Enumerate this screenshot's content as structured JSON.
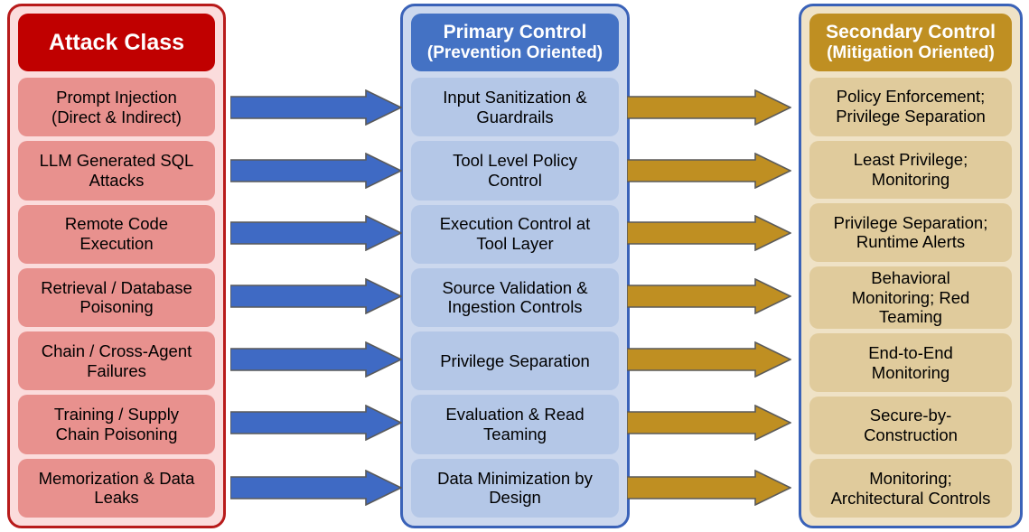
{
  "diagram": {
    "title": "Attack Class to Primary and Secondary Control Mapping",
    "colors": {
      "attack_header_bg": "#C00000",
      "attack_item_bg": "#E8918E",
      "attack_container_bg": "#FBDCDC",
      "attack_border": "#B81B1B",
      "primary_header_bg": "#4472C4",
      "primary_item_bg": "#B4C7E7",
      "primary_container_bg": "#CCD8EE",
      "primary_border": "#3A62B8",
      "secondary_header_bg": "#BF8F22",
      "secondary_item_bg": "#E0CB9C",
      "secondary_container_bg": "#EFE2C6",
      "secondary_border": "#3A62B8",
      "arrow_blue": "#3F6AC4",
      "arrow_gold": "#BF8F22"
    }
  },
  "columns": {
    "attack": {
      "header": {
        "title": "Attack Class",
        "subtitle": ""
      },
      "items": [
        {
          "line1": "Prompt Injection",
          "line2": "(Direct & Indirect)"
        },
        {
          "line1": "LLM Generated SQL",
          "line2": "Attacks"
        },
        {
          "line1": "Remote Code",
          "line2": "Execution"
        },
        {
          "line1": "Retrieval / Database",
          "line2": "Poisoning"
        },
        {
          "line1": "Chain / Cross-Agent",
          "line2": "Failures"
        },
        {
          "line1": "Training / Supply",
          "line2": "Chain Poisoning"
        },
        {
          "line1": "Memorization & Data",
          "line2": "Leaks"
        }
      ]
    },
    "primary": {
      "header": {
        "title": "Primary Control",
        "subtitle": "(Prevention Oriented)"
      },
      "items": [
        {
          "line1": "Input Sanitization &",
          "line2": "Guardrails"
        },
        {
          "line1": "Tool Level Policy",
          "line2": "Control"
        },
        {
          "line1": "Execution Control at",
          "line2": "Tool Layer"
        },
        {
          "line1": "Source Validation &",
          "line2": "Ingestion Controls"
        },
        {
          "line1": "Privilege Separation",
          "line2": ""
        },
        {
          "line1": "Evaluation & Read",
          "line2": "Teaming"
        },
        {
          "line1": "Data Minimization by",
          "line2": "Design"
        }
      ]
    },
    "secondary": {
      "header": {
        "title": "Secondary Control",
        "subtitle": "(Mitigation Oriented)"
      },
      "items": [
        {
          "line1": "Policy Enforcement;",
          "line2": "Privilege Separation",
          "line3": ""
        },
        {
          "line1": "Least Privilege;",
          "line2": "Monitoring",
          "line3": ""
        },
        {
          "line1": "Privilege Separation;",
          "line2": "Runtime Alerts",
          "line3": ""
        },
        {
          "line1": "Behavioral",
          "line2": "Monitoring; Red",
          "line3": "Teaming"
        },
        {
          "line1": "End-to-End",
          "line2": "Monitoring",
          "line3": ""
        },
        {
          "line1": "Secure-by-",
          "line2": "Construction",
          "line3": ""
        },
        {
          "line1": "Monitoring;",
          "line2": "Architectural Controls",
          "line3": ""
        }
      ]
    }
  },
  "arrows": {
    "left_group_name": "attack-to-primary-arrow",
    "right_group_name": "primary-to-secondary-arrow",
    "count": 7
  }
}
